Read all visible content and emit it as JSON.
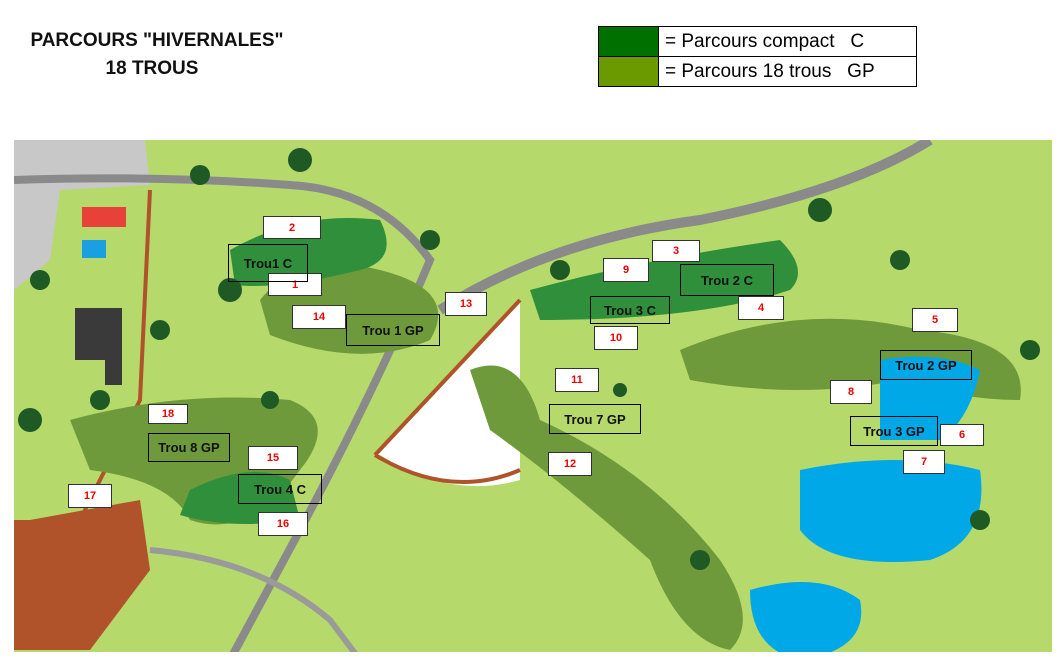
{
  "title": {
    "line1": "PARCOURS \"HIVERNALES\"",
    "line2": "18 TROUS"
  },
  "legend": [
    {
      "label": "= Parcours compact   C",
      "color": "#007000"
    },
    {
      "label": "= Parcours 18 trous   GP",
      "color": "#6a9a00"
    }
  ],
  "colors": {
    "grass": "#b5d96b",
    "fairway": "#6e9a3c",
    "compact": "#2f8f3a",
    "water": "#00a8e8",
    "road": "#8a8a8a",
    "path": "#b0522a",
    "tree": "#1f5a25"
  },
  "numbers": [
    "1",
    "2",
    "3",
    "4",
    "5",
    "6",
    "7",
    "8",
    "9",
    "10",
    "11",
    "12",
    "13",
    "14",
    "15",
    "16",
    "17",
    "18"
  ],
  "holes": [
    "Trou1 C",
    "Trou 1 GP",
    "Trou 8 GP",
    "Trou 4  C",
    "Trou 2 C",
    "Trou 3 C",
    "Trou 7 GP",
    "Trou 2 GP",
    "Trou 3 GP"
  ]
}
